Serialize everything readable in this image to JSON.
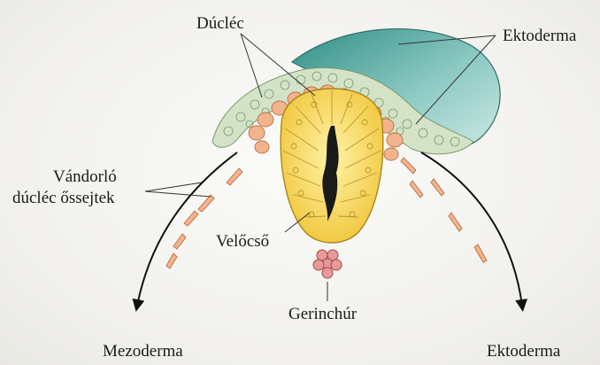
{
  "labels": {
    "ductlec": "Dúcléc",
    "ektoderma_top": "Ektoderma",
    "vandorlo_line1": "Vándorló",
    "vandorlo_line2": "dúcléc őssejtek",
    "velocso": "Velőcső",
    "gerinchur": "Gerinchúr",
    "mezoderma": "Mezoderma",
    "ektoderma_bottom": "Ektoderma"
  },
  "colors": {
    "ectoderm": "#6fb6b0",
    "ectoderm_light": "#a9d8d2",
    "epithelium": "#cfe0c4",
    "neural_crest": "#f2b48c",
    "neural_tube": "#f4d24e",
    "lumen": "#1a1a1a",
    "notochord": "#d97a7a",
    "cell": "#e8a06e"
  }
}
